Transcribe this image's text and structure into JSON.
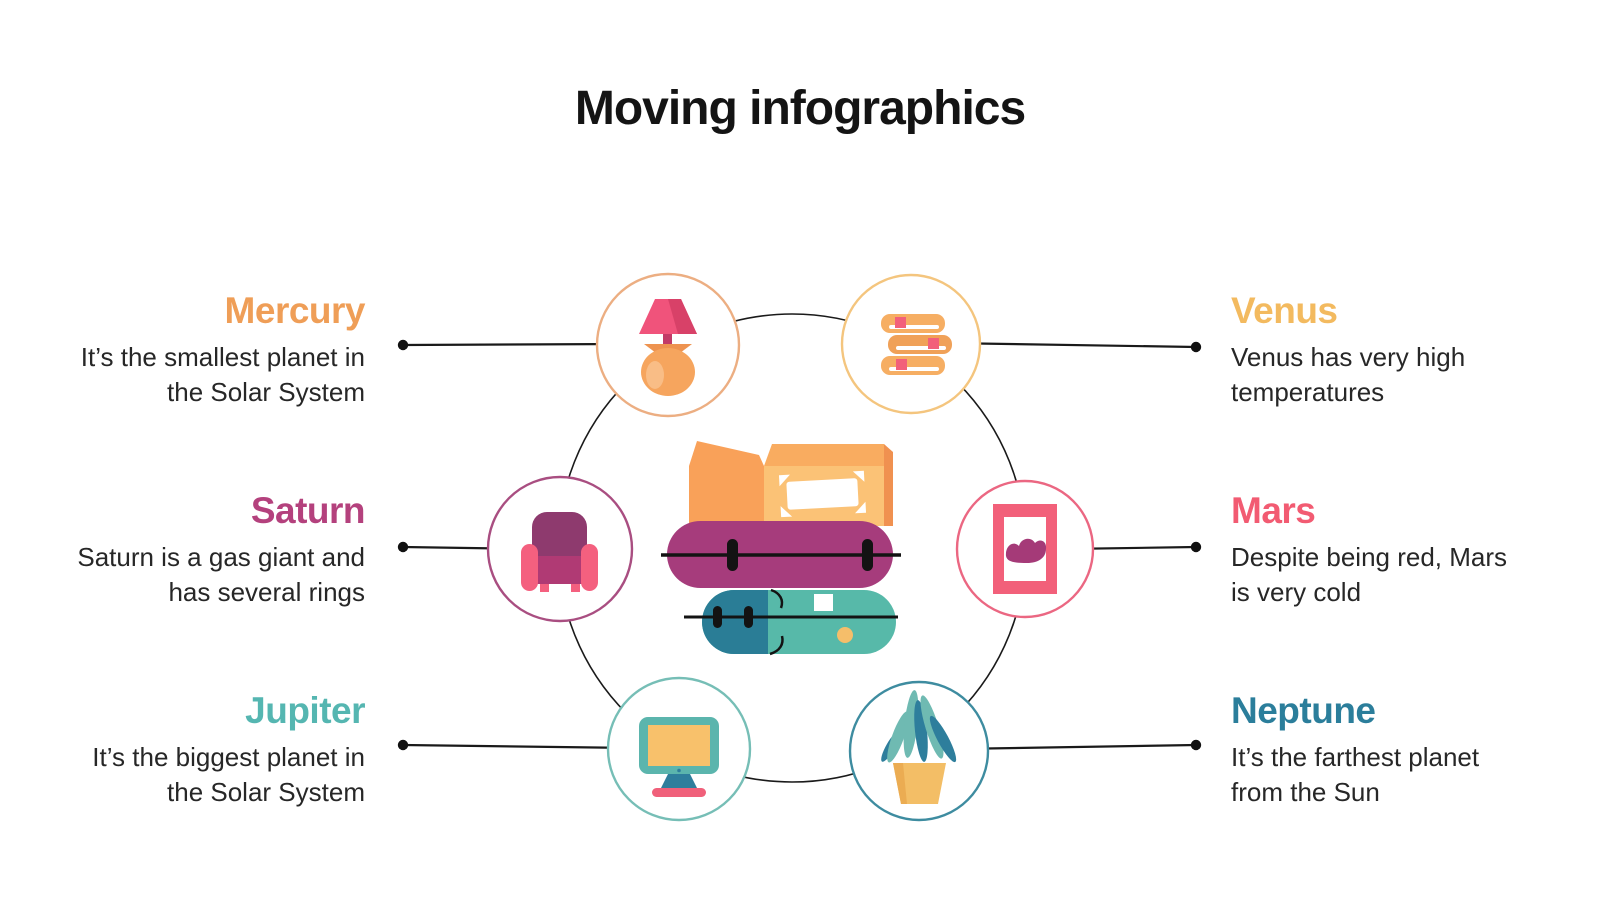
{
  "title": "Moving infographics",
  "planets": [
    {
      "name": "Mercury",
      "description": "It’s the smallest planet in\nthe Solar System",
      "name_color": "#EF9E57",
      "ring_color": "#ECAE82",
      "icon": "table-lamp"
    },
    {
      "name": "Venus",
      "description": "Venus has very high\ntemperatures",
      "name_color": "#F3BA5F",
      "ring_color": "#F4C57E",
      "icon": "book-stack"
    },
    {
      "name": "Saturn",
      "description": "Saturn is a gas giant and\nhas several rings",
      "name_color": "#B4417D",
      "ring_color": "#A94E81",
      "icon": "armchair"
    },
    {
      "name": "Mars",
      "description": "Despite being red, Mars\nis very cold",
      "name_color": "#F25B72",
      "ring_color": "#EB6782",
      "icon": "picture-frame"
    },
    {
      "name": "Jupiter",
      "description": "It’s the biggest planet in\nthe Solar System",
      "name_color": "#55B6B1",
      "ring_color": "#76BEB6",
      "icon": "computer-monitor"
    },
    {
      "name": "Neptune",
      "description": "It’s the farthest planet\nfrom the Sun",
      "name_color": "#2B7E9B",
      "ring_color": "#3E8CA0",
      "icon": "potted-plant"
    }
  ],
  "palette": {
    "background": "#FFFFFF",
    "title_text": "#141414",
    "body_text": "#272727",
    "connector_line": "#1A1A1A",
    "box_orange": "#F9A159",
    "box_light_orange": "#FBC276",
    "rug_magenta": "#A63C7C",
    "accent_pink": "#F2607A",
    "rug_teal": "#57B9A9",
    "dark_teal": "#2A7D96",
    "accent_yellow": "#F5BE6A"
  }
}
